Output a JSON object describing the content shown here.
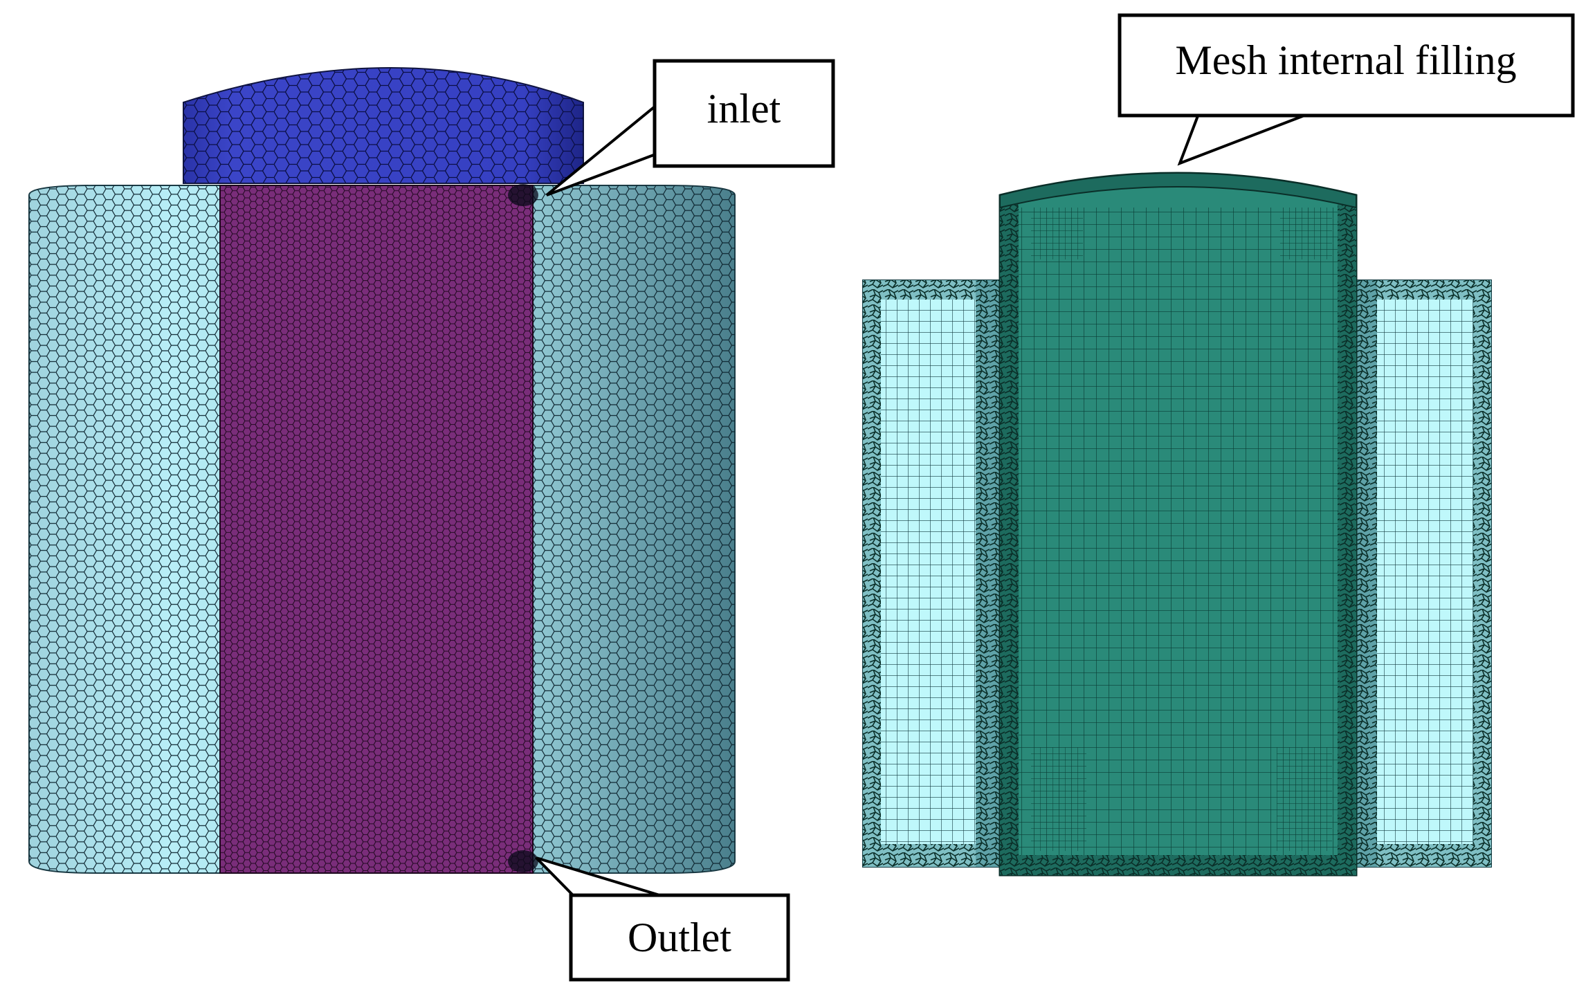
{
  "labels": {
    "inlet": "inlet",
    "outlet": "Outlet",
    "mesh_internal_filling": "Mesh internal filling"
  },
  "colors": {
    "left_outer_light": "#aee6f0",
    "left_outer_dark": "#4f8794",
    "left_core": "#7a2d7a",
    "left_cap": "#3b45c6",
    "left_cap_dark": "#1f268a",
    "right_core": "#2a8a79",
    "right_core_dark": "#0f4a40",
    "right_outer": "#bff8fb",
    "mesh_line": "#0a1f2a",
    "callout_border": "#000000",
    "callout_fill": "#ffffff"
  }
}
